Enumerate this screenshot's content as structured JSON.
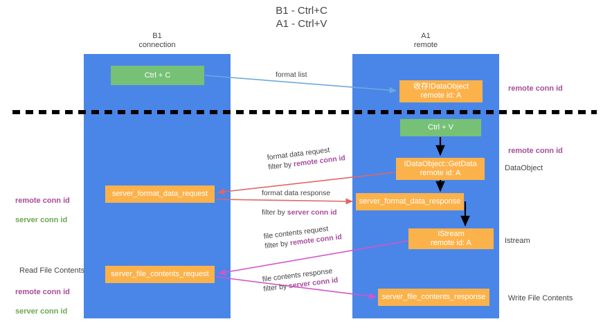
{
  "title": "B1 - Ctrl+C\nA1 - Ctrl+V",
  "lanes": [
    {
      "name": "b1",
      "head": "B1\nconnection",
      "color": "#4a86e8"
    },
    {
      "name": "a1",
      "head": "A1\nremote",
      "color": "#4a86e8"
    }
  ],
  "colors": {
    "lane": "#4a86e8",
    "green_node": "#76c176",
    "orange_node": "#fcb24a",
    "purple_text": "#a64d9a",
    "green_text": "#6aa84f",
    "dark_text": "#434343",
    "arrow_blue": "#6fa8dc",
    "arrow_black": "#000000",
    "arrow_red": "#e06666",
    "arrow_magenta": "#d455c8",
    "divider": "#000000"
  },
  "nodes": {
    "ctrl_c": "Ctrl + C",
    "idataobject": "收存IDataObject\nremote id: A",
    "ctrl_v": "Ctrl + V",
    "getdata": "IDataObject::GetData\nremote id: A",
    "server_format_data_request": "server_format_data_request",
    "server_format_data_response": "server_format_data_response",
    "istream": "IStream\nremote id: A",
    "server_file_contents_request": "server_file_contents_request",
    "server_file_contents_response": "server_file_contents_response"
  },
  "edge_labels": {
    "format_list": "format list",
    "format_data_request": "format data request",
    "format_data_request_filter_prefix": "filter by ",
    "format_data_request_filter_key": "remote conn id",
    "format_data_response": "format data response",
    "format_data_response_filter_prefix": "filter by ",
    "format_data_response_filter_key": "server conn id",
    "file_contents_request": "file contents request",
    "file_contents_request_filter_prefix": "filter by ",
    "file_contents_request_filter_key": "remote conn id",
    "file_contents_response": "file contents response",
    "file_contents_response_filter_prefix": "filter by ",
    "file_contents_response_filter_key": "server conn id"
  },
  "annotations": {
    "remote_conn_id_top": "remote conn id",
    "remote_conn_id_mid": "remote conn id",
    "dataobject": "DataObject",
    "istream": "Istream",
    "write_file_contents": "Write File Contents",
    "read_file_contents": "Read File Contents",
    "left_mid_remote": "remote conn id",
    "left_mid_server": "server conn id",
    "left_bot_remote": "remote conn id",
    "left_bot_server": "server conn id"
  }
}
